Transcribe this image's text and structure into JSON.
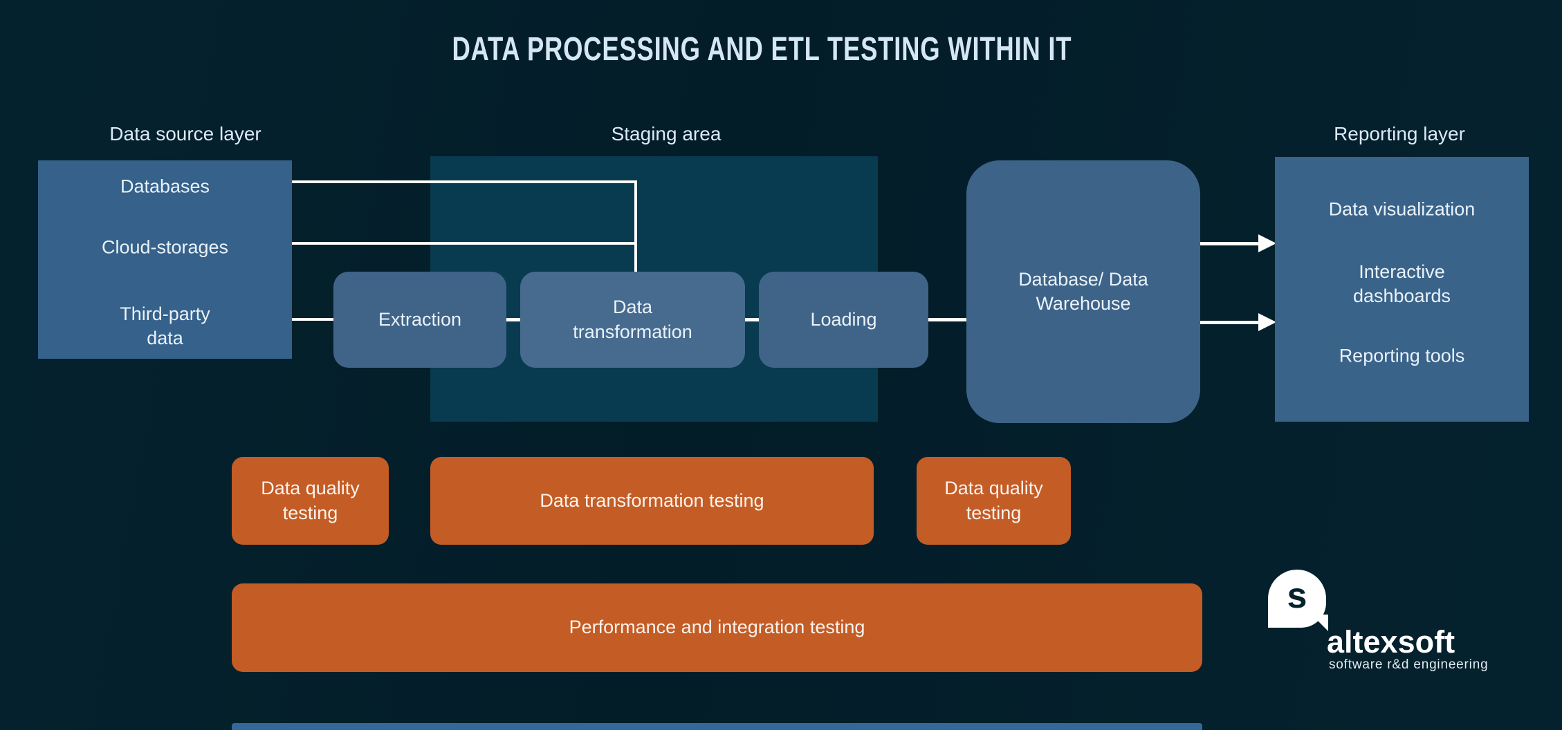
{
  "title": "DATA PROCESSING AND ETL TESTING WITHIN IT",
  "sections": {
    "source": {
      "label": "Data source layer",
      "items": [
        "Databases",
        "Cloud-storages",
        "Third-party data"
      ]
    },
    "staging": {
      "label": "Staging area",
      "steps": [
        "Extraction",
        "Data transformation",
        "Loading"
      ]
    },
    "warehouse": {
      "label": "Database/ Data Warehouse"
    },
    "reporting": {
      "label": "Reporting layer",
      "items": [
        "Data visualization",
        "Interactive dashboards",
        "Reporting tools"
      ]
    }
  },
  "testing": {
    "quality_left": "Data quality testing",
    "transformation": "Data transformation testing",
    "quality_right": "Data quality testing",
    "performance": "Performance and integration testing"
  },
  "logo": {
    "name": "altexsoft",
    "tagline": "software r&d engineering",
    "glyph": "s"
  },
  "colors": {
    "background": "#04222E",
    "staging_bg": "#083A50",
    "box_blue": "#35618A",
    "box_blue_light": "#476B8E",
    "accent_orange": "#C45C26",
    "text_light": "#E8F1F8",
    "line_white": "#FFFFFF",
    "bottom_strip": "#35689A"
  }
}
